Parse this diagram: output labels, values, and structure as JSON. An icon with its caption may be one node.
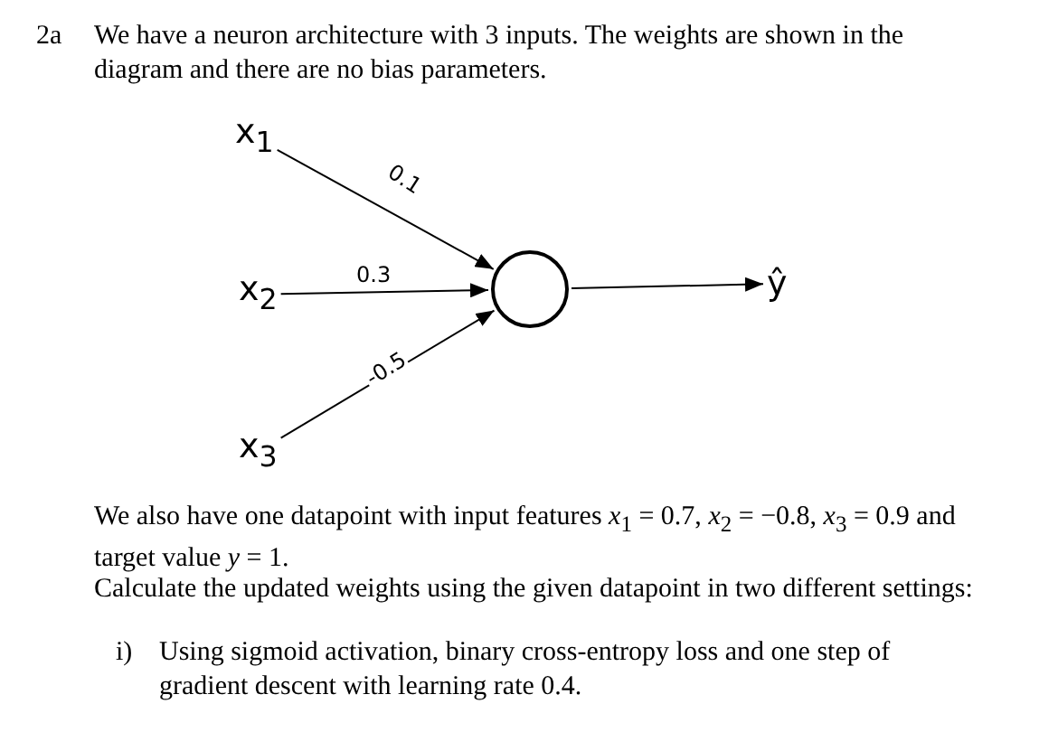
{
  "diagram": {
    "nodes": [
      {
        "text": [
          "x$_{1}$"
        ]
      },
      {
        "text": [
          "x$_{2}$"
        ]
      },
      {
        "text": [
          "x$_{3}$"
        ]
      },
      {
        "text": [],
        "shape": "circle"
      },
      {
        "text": [
          "ŷ"
        ]
      }
    ],
    "edges": [
      {
        "from": 0,
        "to": 3,
        "arrow": "to",
        "label": "0.1"
      },
      {
        "from": 1,
        "to": 3,
        "arrow": "to",
        "label": "0.3"
      },
      {
        "from": 2,
        "to": 3,
        "arrow": "to",
        "label": "-0.5"
      },
      {
        "from": 3,
        "to": 4,
        "arrow": "to"
      }
    ],
    "labels": [
      "2a",
      "We have a neuron architecture with 3 inputs. The weights are shown in the diagram and there are no bias parameters.",
      "We also have one datapoint with input features *x*$_{1}$ = 0.7, *x*$_{2}$ = −0.8, *x*$_{3}$ = 0.9 and target value *y* = 1.",
      "Calculate the updated weights using the given datapoint in two different settings:",
      "i)",
      "Using sigmoid activation, binary cross-entropy loss and one step of gradient descent with learning rate 0.4."
    ]
  }
}
